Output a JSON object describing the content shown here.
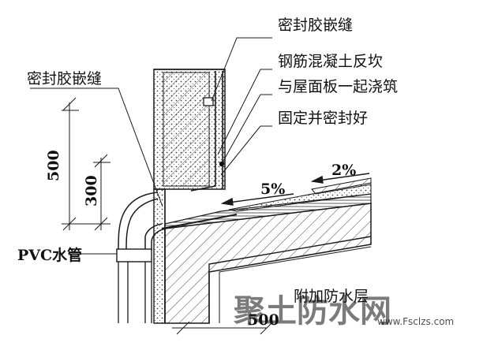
{
  "labels": {
    "sealant_top": "密封胶嵌缝",
    "sealant_left": "密封胶嵌缝",
    "upturn_line1": "钢筋混凝土反坎",
    "upturn_line2": "与屋面板一起浇筑",
    "fix_seal": "固定并密封好",
    "pvc_pipe": "PVC水管",
    "extra_waterproof": "附加防水层"
  },
  "dimensions": {
    "height_500": "500",
    "height_300": "300",
    "width_500": "500"
  },
  "slopes": {
    "slope_5": "5%",
    "slope_2": "2%"
  },
  "watermark": {
    "text": "聚土防水网",
    "url": "www.Fsclzs.com"
  },
  "colors": {
    "line": "#1a1a1a",
    "hatch": "#555555",
    "watermark": "#e8782a"
  }
}
